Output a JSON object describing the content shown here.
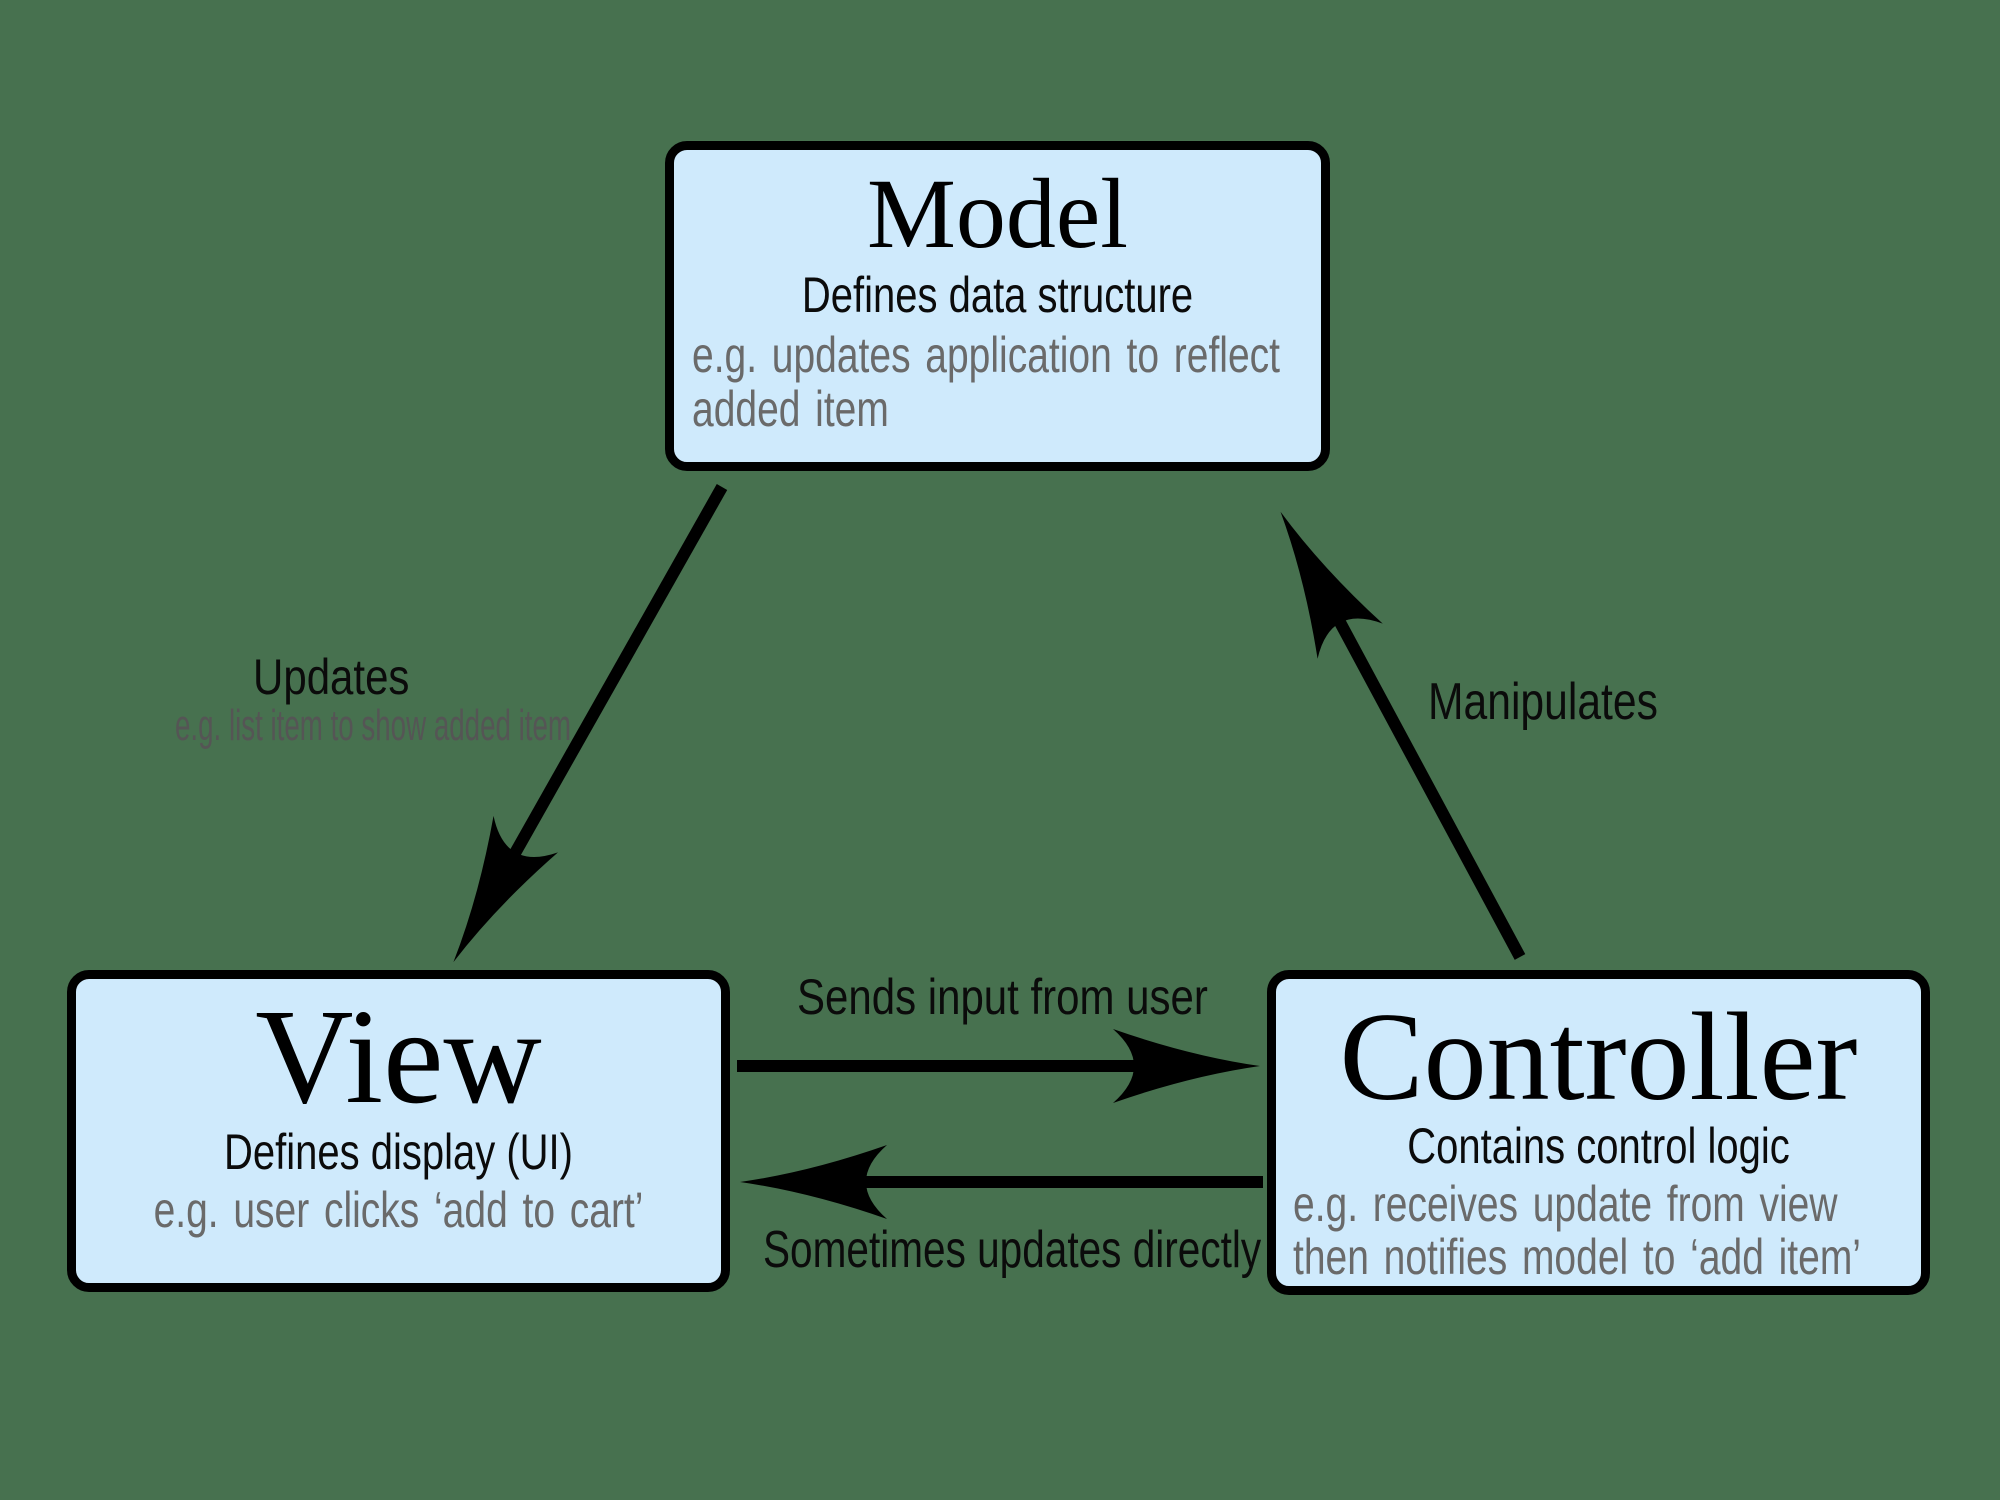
{
  "colors": {
    "background": "#47714F",
    "box_fill": "#CFEAFC",
    "box_border": "#000000",
    "text_black": "#0B0B0B",
    "text_gray": "#6A6A6A",
    "label_gray": "#555555",
    "arrow": "#000000"
  },
  "boxes": {
    "model": {
      "title": "Model",
      "subtitle": "Defines data structure",
      "example_line1": "e.g. updates application to reflect",
      "example_line2": "added item"
    },
    "view": {
      "title": "View",
      "subtitle": "Defines display (UI)",
      "example": "e.g. user clicks ‘add to cart’"
    },
    "controller": {
      "title": "Controller",
      "subtitle": "Contains control logic",
      "example_line1": "e.g. receives update from view",
      "example_line2": "then notifies model to ‘add item’"
    }
  },
  "arrows": {
    "model_to_view": {
      "label": "Updates",
      "sublabel": "e.g. list item to show added item"
    },
    "controller_to_model": {
      "label": "Manipulates"
    },
    "view_to_controller": {
      "label": "Sends input from user"
    },
    "controller_to_view": {
      "label": "Sometimes updates directly"
    }
  }
}
